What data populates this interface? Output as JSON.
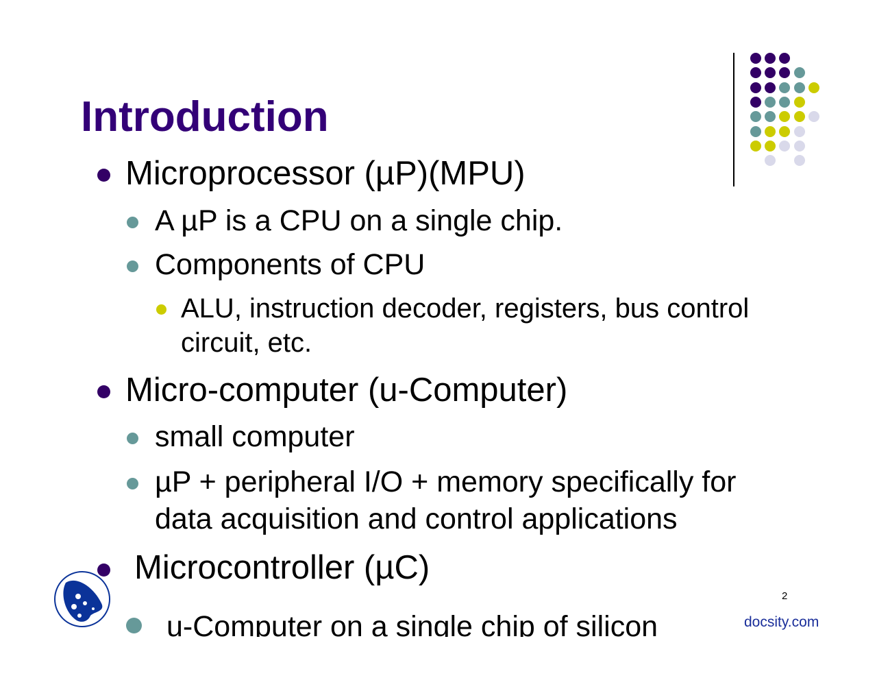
{
  "slide": {
    "title": "Introduction",
    "items": [
      {
        "text": "Microprocessor (µP)(MPU)"
      },
      {
        "text": "A µP is a CPU on a single chip."
      },
      {
        "text": "Components of CPU"
      },
      {
        "text": "ALU, instruction decoder, registers, bus control"
      },
      {
        "text": "circuit, etc."
      },
      {
        "text": "Micro-computer (u-Computer)"
      },
      {
        "text": "small computer"
      },
      {
        "text": "µP + peripheral I/O + memory specifically for"
      },
      {
        "text": "data acquisition and control applications"
      },
      {
        "text": "Microcontroller (µC)"
      },
      {
        "text": "u-Computer on a single chip of silicon"
      }
    ],
    "page_number": "2"
  },
  "watermark": "docsity.com",
  "colors": {
    "purple": "#330066",
    "teal": "#669999",
    "yellow": "#cccc00",
    "lavender": "#d9d9ea",
    "title": "#330077"
  },
  "dot_grid": [
    [
      "purple",
      "purple",
      "purple",
      "",
      ""
    ],
    [
      "purple",
      "purple",
      "purple",
      "teal",
      ""
    ],
    [
      "purple",
      "purple",
      "teal",
      "teal",
      "yellow"
    ],
    [
      "purple",
      "teal",
      "teal",
      "yellow",
      ""
    ],
    [
      "teal",
      "teal",
      "yellow",
      "yellow",
      "lavender"
    ],
    [
      "teal",
      "yellow",
      "yellow",
      "lavender",
      ""
    ],
    [
      "yellow",
      "yellow",
      "lavender",
      "lavender",
      ""
    ],
    [
      "",
      "lavender",
      "",
      "lavender",
      ""
    ]
  ]
}
